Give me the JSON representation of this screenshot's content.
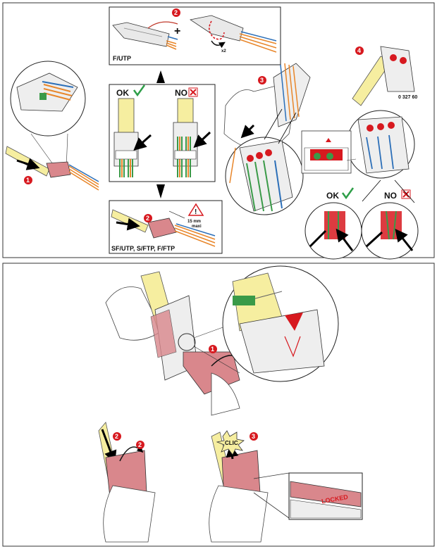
{
  "top_panel": {
    "futp_label": "F/UTP",
    "plus_sign": "+",
    "x2_label": "x2",
    "sfutp_label": "SF/UTP, S/FTP, F/FTP",
    "warning": {
      "value": "15 mm",
      "note": "maxi"
    },
    "ok_label": "OK",
    "no_label": "NO",
    "ok_label_right": "OK",
    "no_label_right": "NO",
    "part_number": "0 327 60",
    "steps": [
      "1",
      "2",
      "2",
      "3",
      "4"
    ]
  },
  "bottom_panel": {
    "steps": [
      "1",
      "2",
      "2",
      "3"
    ],
    "clic_label": "CLIC",
    "locked_label": "LOCKED"
  },
  "colors": {
    "step_red": "#d7191f",
    "ok_green": "#2e9e48",
    "no_red": "#d7191f",
    "cable_yellow": "#f6eea0",
    "clip_pink": "#d9878c",
    "wire_orange": "#e8862a",
    "wire_blue": "#2c6fb8",
    "wire_green": "#3a9a48"
  },
  "icons": [
    "check-icon",
    "cross-icon",
    "warning-icon",
    "arrow-icon"
  ]
}
